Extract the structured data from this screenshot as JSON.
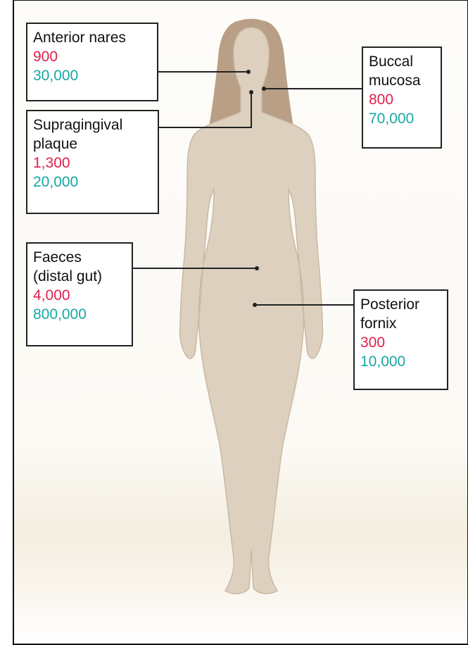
{
  "colors": {
    "body_fill": "#ddd0bf",
    "body_outline": "#c9b8a3",
    "hair": "#b89f85",
    "value_1_color": "#e0204e",
    "value_2_color": "#17a7a4",
    "leader_line": "#222222"
  },
  "sites": [
    {
      "name": "Anterior nares",
      "value_1": "900",
      "value_2": "30,000"
    },
    {
      "name": "Buccal\nmucosa",
      "value_1": "800",
      "value_2": "70,000"
    },
    {
      "name": "Supragingival\nplaque",
      "value_1": "1,300",
      "value_2": "20,000"
    },
    {
      "name": "Faeces\n(distal gut)",
      "value_1": "4,000",
      "value_2": "800,000"
    },
    {
      "name": "Posterior\nfornix",
      "value_1": "300",
      "value_2": "10,000"
    }
  ]
}
